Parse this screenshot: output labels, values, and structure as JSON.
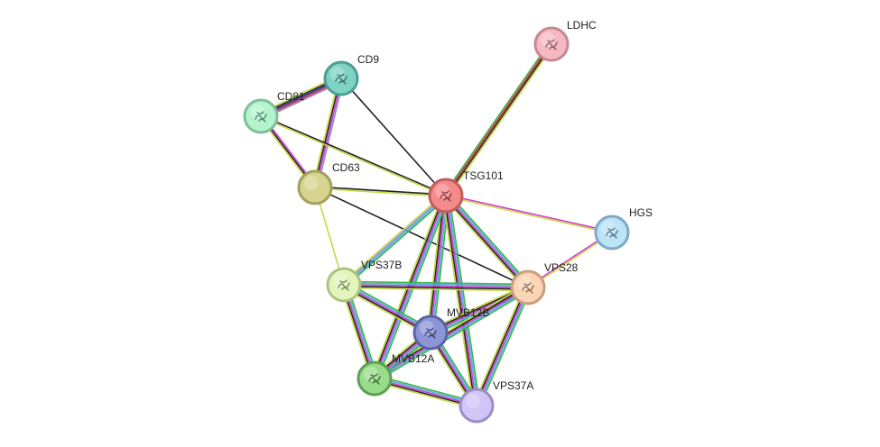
{
  "nodes": [
    {
      "id": "LDHC",
      "label": "LDHC",
      "color": "#f6b8c2",
      "border": "#c48a91",
      "icon": "protein-structure-icon"
    },
    {
      "id": "CD9",
      "label": "CD9",
      "color": "#7fd3c4",
      "border": "#4f9e92",
      "icon": "protein-structure-icon"
    },
    {
      "id": "CD81",
      "label": "CD81",
      "color": "#b3f4cc",
      "border": "#7fbf99",
      "icon": "protein-structure-icon"
    },
    {
      "id": "CD63",
      "label": "CD63",
      "color": "#d6d48e",
      "border": "#a2a05c",
      "icon": "none"
    },
    {
      "id": "TSG101",
      "label": "TSG101",
      "color": "#f58a8a",
      "border": "#c35c5c",
      "icon": "protein-structure-icon"
    },
    {
      "id": "HGS",
      "label": "HGS",
      "color": "#bde3f7",
      "border": "#7fa9c7",
      "icon": "protein-structure-icon"
    },
    {
      "id": "VPS37B",
      "label": "VPS37B",
      "color": "#e3f5bd",
      "border": "#a9c47f",
      "icon": "protein-structure-icon"
    },
    {
      "id": "VPS28",
      "label": "VPS28",
      "color": "#fbd5b4",
      "border": "#c89e7e",
      "icon": "protein-structure-icon"
    },
    {
      "id": "MVB12B",
      "label": "MVB12B",
      "color": "#8c96d6",
      "border": "#5a63a4",
      "icon": "protein-structure-icon"
    },
    {
      "id": "MVB12A",
      "label": "MVB12A",
      "color": "#98dc8a",
      "border": "#5e9f55",
      "icon": "protein-structure-icon"
    },
    {
      "id": "VPS37A",
      "label": "VPS37A",
      "color": "#d1c4f7",
      "border": "#9b8ec4",
      "icon": "none"
    }
  ],
  "edges": [
    {
      "from": "TSG101",
      "to": "LDHC",
      "evidence": [
        "#3ab54a",
        "#d12b2b",
        "#222222",
        "#c8d846"
      ]
    },
    {
      "from": "CD9",
      "to": "CD81",
      "evidence": [
        "#8a8adc",
        "#d12b2b",
        "#2233aa",
        "#222222",
        "#c8d846"
      ]
    },
    {
      "from": "CD9",
      "to": "CD63",
      "evidence": [
        "#8a8adc",
        "#d13ccd",
        "#222222",
        "#c8d846"
      ]
    },
    {
      "from": "CD81",
      "to": "CD63",
      "evidence": [
        "#d13ccd",
        "#222222",
        "#c8d846"
      ]
    },
    {
      "from": "CD9",
      "to": "TSG101",
      "evidence": [
        "#222222"
      ]
    },
    {
      "from": "CD81",
      "to": "TSG101",
      "evidence": [
        "#222222",
        "#c8d846"
      ]
    },
    {
      "from": "CD63",
      "to": "TSG101",
      "evidence": [
        "#222222",
        "#c8d846"
      ]
    },
    {
      "from": "CD63",
      "to": "VPS28",
      "evidence": [
        "#222222"
      ]
    },
    {
      "from": "CD63",
      "to": "VPS37B",
      "evidence": [
        "#c8d846"
      ]
    },
    {
      "from": "TSG101",
      "to": "HGS",
      "evidence": [
        "#d13ccd",
        "#c8d846"
      ]
    },
    {
      "from": "VPS28",
      "to": "HGS",
      "evidence": [
        "#d13ccd",
        "#c8d846"
      ]
    },
    {
      "from": "TSG101",
      "to": "VPS37B",
      "evidence": [
        "#3ab54a",
        "#4fb0e0",
        "#8a8adc",
        "#c8d846"
      ]
    },
    {
      "from": "TSG101",
      "to": "VPS28",
      "evidence": [
        "#3ab54a",
        "#4fb0e0",
        "#d13ccd",
        "#222222",
        "#c8d846"
      ]
    },
    {
      "from": "TSG101",
      "to": "MVB12B",
      "evidence": [
        "#3ab54a",
        "#4fb0e0",
        "#d13ccd",
        "#222222",
        "#c8d846"
      ]
    },
    {
      "from": "TSG101",
      "to": "MVB12A",
      "evidence": [
        "#3ab54a",
        "#4fb0e0",
        "#d13ccd",
        "#222222",
        "#c8d846"
      ]
    },
    {
      "from": "TSG101",
      "to": "VPS37A",
      "evidence": [
        "#3ab54a",
        "#4fb0e0",
        "#d13ccd",
        "#222222",
        "#c8d846"
      ]
    },
    {
      "from": "VPS37B",
      "to": "VPS28",
      "evidence": [
        "#3ab54a",
        "#4fb0e0",
        "#d13ccd",
        "#222222",
        "#c8d846"
      ]
    },
    {
      "from": "VPS37B",
      "to": "MVB12B",
      "evidence": [
        "#3ab54a",
        "#4fb0e0",
        "#d13ccd",
        "#222222",
        "#c8d846"
      ]
    },
    {
      "from": "VPS37B",
      "to": "MVB12A",
      "evidence": [
        "#3ab54a",
        "#4fb0e0",
        "#d13ccd",
        "#222222",
        "#c8d846"
      ]
    },
    {
      "from": "VPS28",
      "to": "MVB12B",
      "evidence": [
        "#3ab54a",
        "#4fb0e0",
        "#d13ccd",
        "#222222",
        "#c8d846"
      ]
    },
    {
      "from": "VPS28",
      "to": "MVB12A",
      "evidence": [
        "#3ab54a",
        "#4fb0e0",
        "#d13ccd",
        "#222222",
        "#c8d846"
      ]
    },
    {
      "from": "VPS28",
      "to": "VPS37A",
      "evidence": [
        "#3ab54a",
        "#4fb0e0",
        "#d13ccd",
        "#222222",
        "#c8d846"
      ]
    },
    {
      "from": "MVB12B",
      "to": "MVB12A",
      "evidence": [
        "#3ab54a",
        "#4fb0e0",
        "#d13ccd",
        "#222222",
        "#c8d846"
      ]
    },
    {
      "from": "MVB12B",
      "to": "VPS37A",
      "evidence": [
        "#3ab54a",
        "#4fb0e0",
        "#d13ccd",
        "#222222",
        "#c8d846"
      ]
    },
    {
      "from": "MVB12A",
      "to": "VPS37A",
      "evidence": [
        "#3ab54a",
        "#4fb0e0",
        "#d13ccd",
        "#222222",
        "#c8d846"
      ]
    }
  ]
}
